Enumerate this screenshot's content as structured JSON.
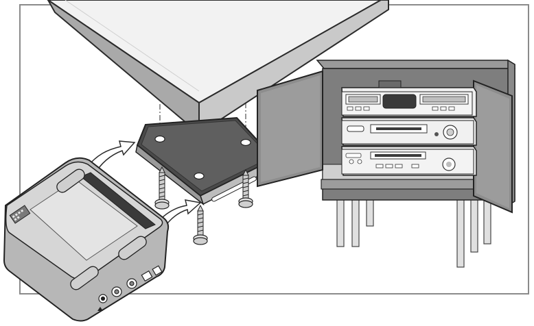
{
  "figure": {
    "kind": "installation-illustration",
    "description_none": "",
    "colors": {
      "frame": "#7a7a7a",
      "outline": "#2b2b2b",
      "light_gray": "#d9d9d9",
      "mid_gray": "#a8a8a8",
      "dark_gray": "#6e6e6e",
      "very_dark": "#3a3a3a",
      "white": "#ffffff"
    },
    "icons": [
      "tabletop-underside",
      "mounting-bracket",
      "screw",
      "insertion-arrow",
      "receiver-device",
      "stereo-cabinet",
      "cd-deck",
      "tape-deck",
      "amplifier"
    ]
  }
}
